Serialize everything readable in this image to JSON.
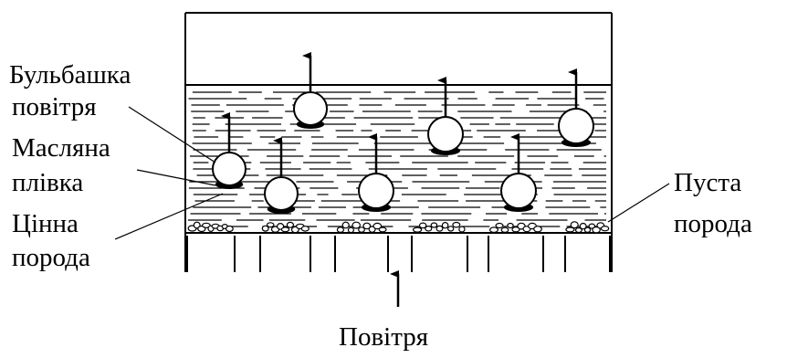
{
  "labels": {
    "air_bubble_line1": "Бульбашка",
    "air_bubble_line2": "повітря",
    "oil_film_line1": "Масляна",
    "oil_film_line2": "плівка",
    "valuable_rock_line1": "Цінна",
    "valuable_rock_line2": "порода",
    "waste_rock_line1": "Пуста",
    "waste_rock_line2": "порода",
    "air": "Повітря"
  }
}
